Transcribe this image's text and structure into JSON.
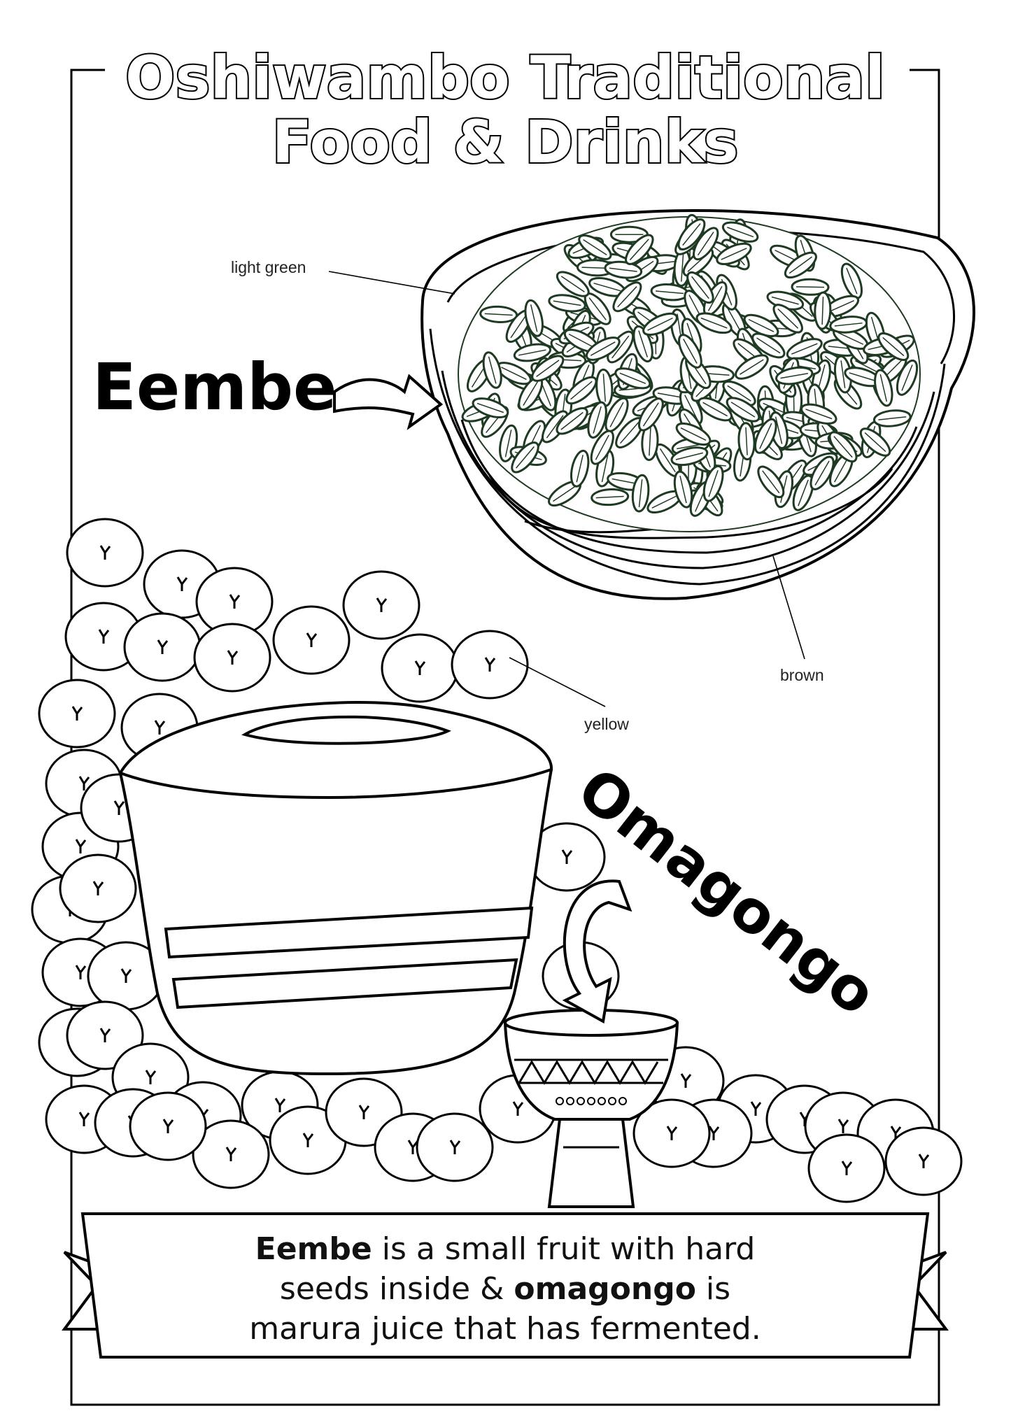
{
  "title": {
    "line1": "Oshiwambo Traditional",
    "line2": "Food & Drinks"
  },
  "labels": {
    "light_green": "light green",
    "brown": "brown",
    "yellow": "yellow",
    "eembe": "Eembe",
    "omagongo": "Omagongo"
  },
  "caption": {
    "line1_bold": "Eembe",
    "line1_rest": " is a small fruit with hard",
    "line2_start": "seeds inside & ",
    "line2_bold": "omagongo",
    "line2_end": " is",
    "line3": "marura juice that has fermented."
  },
  "colors": {
    "ink": "#000000",
    "paper": "#ffffff",
    "seed_outline": "#1f3a22"
  }
}
